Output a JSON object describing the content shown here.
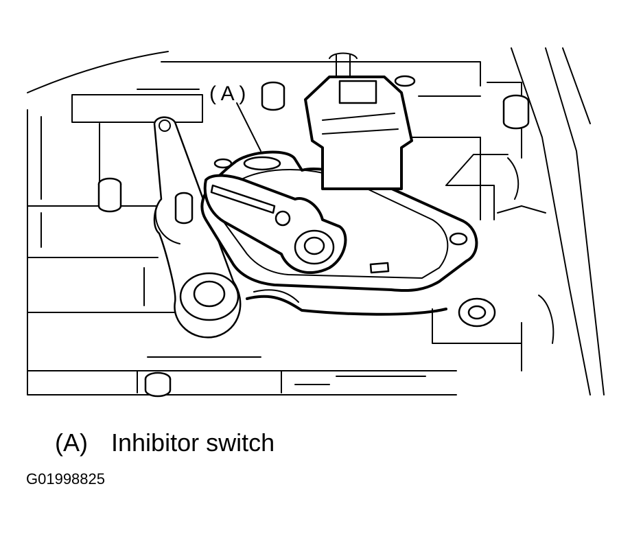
{
  "callout": {
    "label": "( A )"
  },
  "legend": {
    "key": "(A)",
    "text": "Inhibitor switch"
  },
  "figure_id": "G01998825",
  "colors": {
    "ink": "#000000",
    "paper": "#ffffff"
  }
}
